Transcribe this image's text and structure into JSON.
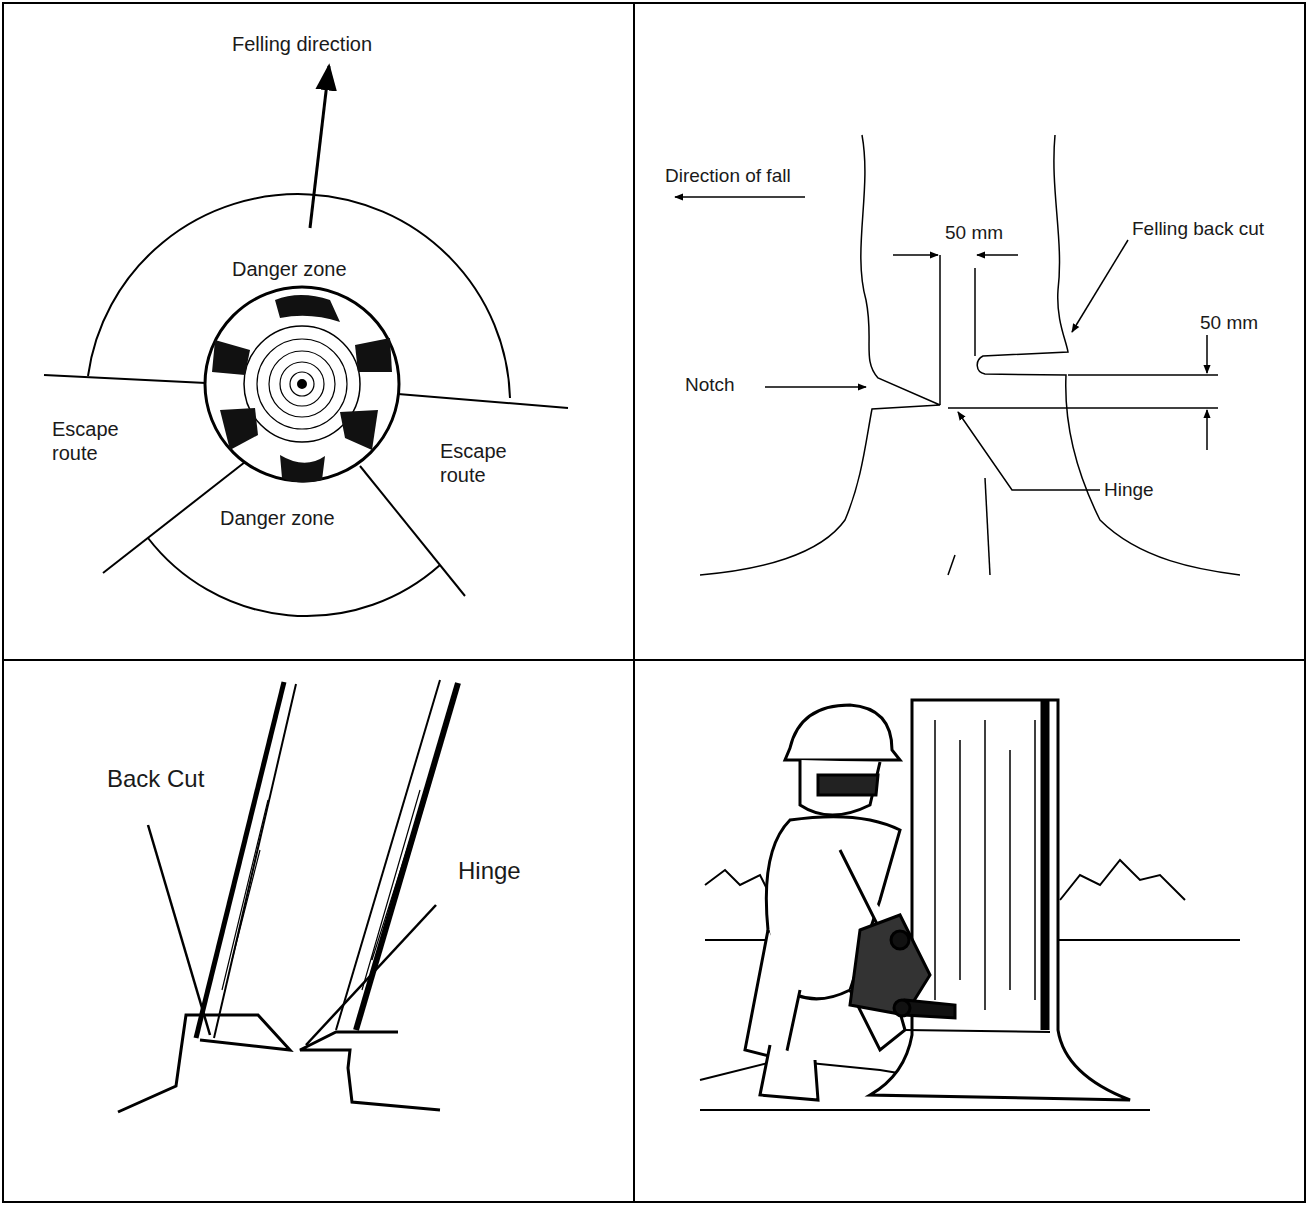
{
  "diagram": {
    "labels": [
      "Felling direction",
      "Danger zone",
      "Escape route",
      "Escape route",
      "Danger zone",
      "Direction of fall",
      "50 mm",
      "Felling back cut",
      "50 mm",
      "Notch",
      "Hinge",
      "Back Cut",
      "Hinge"
    ]
  }
}
